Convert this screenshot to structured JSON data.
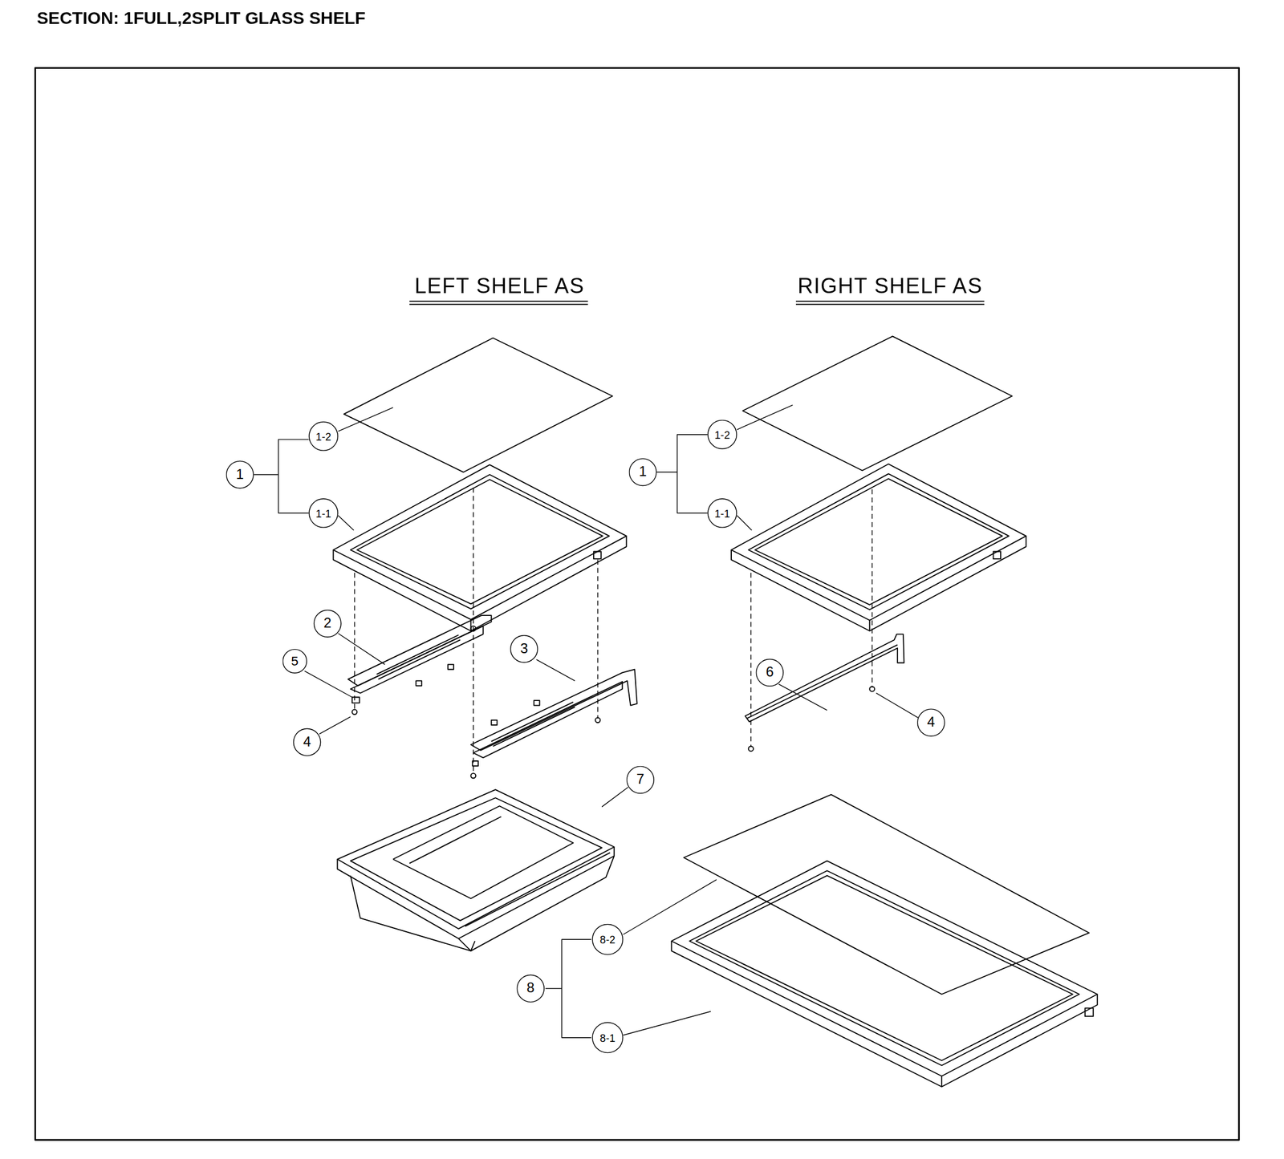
{
  "diagram": {
    "title": "SECTION: 1FULL,2SPLIT GLASS SHELF",
    "labels": [
      "LEFT SHELF AS",
      "RIGHT SHELF AS",
      "1-2",
      "1-2",
      "1",
      "1",
      "1-1",
      "1-1",
      "2",
      "3",
      "5",
      "6",
      "4",
      "4",
      "7",
      "8-2",
      "8",
      "8-1"
    ]
  }
}
